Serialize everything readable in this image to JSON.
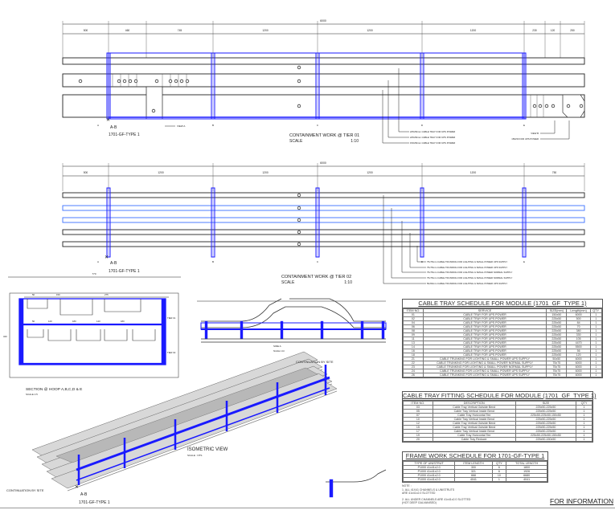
{
  "tier01": {
    "overall_dim": "6000",
    "dims": [
      "500",
      "460",
      "745",
      "1200",
      "1200",
      "1200",
      "230",
      "120",
      "250"
    ],
    "grid": [
      "A",
      "B",
      "C",
      "D",
      "E"
    ],
    "section_mark": "A-B",
    "type_label": "1701-GF-TYPE 1",
    "view_a": "VIEW A",
    "view_b": "VIEW B",
    "title": "CONTAINMENT WORK @ TIER 01",
    "scale_label": "SCALE",
    "scale": "1:10",
    "callouts": [
      "225x50mm CABLE TRAY FOR UPS POWER",
      "225x50mm CABLE TRAY FOR UPS POWER",
      "150x50mm CABLE TRAY FOR UPS POWER"
    ],
    "callout_right": "150x50 FOR UPS POWER"
  },
  "tier02": {
    "overall_dim": "6000",
    "dims": [
      "500",
      "1200",
      "1200",
      "1200",
      "1200",
      "750"
    ],
    "grid": [
      "A",
      "B",
      "C",
      "D",
      "E"
    ],
    "section_mark": "A-B",
    "type_label": "1701-GF-TYPE 1",
    "title": "CONTAINMENT WORK @ TIER 02",
    "scale_label": "SCALE",
    "scale": "1:10",
    "callouts": [
      "75x75mm CABLE TRUNKING FOR LIGHTING & SMALL POWER UPS SUPPLY",
      "75x75mm CABLE TRUNKING FOR LIGHTING & SMALL POWER UPS SUPPLY",
      "75x75mm CABLE TRUNKING FOR LIGHTING & SMALL POWER NORMAL SUPPLY",
      "75x75mm CABLE TRUNKING FOR LIGHTING & SMALL POWER NORMAL SUPPLY",
      "50x50mm CABLE TRUNKING FOR LIGHTING & SMALL POWER UPS SUPPLY"
    ]
  },
  "section": {
    "title": "SECTION @ HOOP A,B,C,D & E",
    "scale": "SCALE 1:5",
    "top_dim": "770",
    "dims_top": [
      "50",
      "150",
      "275"
    ],
    "dims_mid": [
      "50",
      "120",
      "180",
      "140",
      "180"
    ],
    "tier1": "TIER 01",
    "tier2": "TIER 02",
    "height": "340"
  },
  "elevation": {
    "label": "SIDE A",
    "scale": "SCALE 1:10"
  },
  "isometric": {
    "title": "ISOMETRIC VIEW",
    "scale": "SCALE : NTS",
    "continuation_top": "CONTINUATION\nBY SITE",
    "continuation_left": "CONTINUATION\nBY SITE",
    "section_mark": "A-B",
    "type_label": "1701-GF-TYPE 1"
  },
  "cable_tray_schedule": {
    "title": "CABLE TRAY SCHEDULE FOR MODULE (1701_GF_TYPE 1)",
    "headers": [
      "ITEM NO.",
      "SERVICE",
      "SIZE(mm)",
      "Length(mm)",
      "QTY."
    ],
    "rows": [
      [
        "01",
        "CABLE TRAY FOR UPS POWER",
        "150x50",
        "6000",
        "1"
      ],
      [
        "02",
        "CABLE TRAY FOR UPS POWER",
        "225x50",
        "500",
        "1"
      ],
      [
        "04",
        "CABLE TRAY FOR UPS POWER",
        "225x50",
        "84",
        "1"
      ],
      [
        "06",
        "CABLE TRAY FOR UPS POWER",
        "225x50",
        "70",
        "1"
      ],
      [
        "08",
        "CABLE TRAY FOR UPS POWER",
        "225x50",
        "380",
        "1"
      ],
      [
        "09",
        "CABLE TRAY FOR UPS POWER",
        "225x50",
        "330",
        "1"
      ],
      [
        "11",
        "CABLE TRAY FOR UPS POWER",
        "225x50",
        "105",
        "1"
      ],
      [
        "13",
        "CABLE TRAY FOR UPS POWER",
        "225x50",
        "4470",
        "1"
      ],
      [
        "14",
        "CABLE TRAY FOR UPS POWER",
        "225x50",
        "5500",
        "1"
      ],
      [
        "16",
        "CABLE TRAY FOR UPS POWER",
        "225x50",
        "56",
        "1"
      ],
      [
        "18",
        "CABLE TRAY FOR UPS POWER",
        "225x50",
        "120",
        "1"
      ],
      [
        "21",
        "CABLE TRUNKING FOR LIGHTING & SMALL POWER UPS SUPPLY",
        "50x50",
        "6000",
        "1"
      ],
      [
        "22",
        "CABLE TRUNKING FOR LIGHTING & SMALL POWER NORMAL SUPPLY",
        "75x75",
        "6000",
        "1"
      ],
      [
        "23",
        "CABLE TRUNKING FOR LIGHTING & SMALL POWER NORMAL SUPPLY",
        "75x75",
        "6000",
        "1"
      ],
      [
        "24",
        "CABLE TRUNKING FOR LIGHTING & SMALL POWER UPS SUPPLY",
        "75x75",
        "6000",
        "1"
      ],
      [
        "26",
        "CABLE TRUNKING FOR LIGHTING & SMALL POWER UPS SUPPLY",
        "75x75",
        "6000",
        "1"
      ]
    ]
  },
  "fitting_schedule": {
    "title": "CABLE TRAY FITTING SCHEDULE FOR MODULE  (1701_GF_TYPE 1)",
    "headers": [
      "ITEM NO.",
      "DESCRIPTION",
      "SIZE",
      "QTY"
    ],
    "rows": [
      [
        "03",
        "Cable Tray Vertical Outside Bend",
        "225x50-225x50",
        "1"
      ],
      [
        "05",
        "Cable Tray Vertical Inside Bend",
        "225x50-225x50",
        "1"
      ],
      [
        "07",
        "Cable Tray Horizontal Tee",
        "225x50-225x50-150x50",
        "1"
      ],
      [
        "10",
        "Cable Tray Vertical Inside Bend",
        "225x50-225x50",
        "1"
      ],
      [
        "12",
        "Cable Tray Vertical Outside Bend",
        "225x50-225x50",
        "1"
      ],
      [
        "15",
        "Cable Tray Vertical Outside Bend",
        "225x50-225x50",
        "1"
      ],
      [
        "17",
        "Cable Tray Vertical Inside Bend",
        "225x50-225x50",
        "1"
      ],
      [
        "19",
        "Cable Tray Horizontal Tee",
        "225x50-225x50-150x50",
        "1"
      ],
      [
        "20",
        "Cable Tray Reducer",
        "225x50-150x50",
        "1"
      ]
    ]
  },
  "frame_schedule": {
    "title": "FRAME WORK SCHEDULE FOR 1701-GF-TYPE 1",
    "headers": [
      "TYPE OF UNISTRUT",
      "ITEM LENGTH",
      "QTY",
      "TOTAL LENGTH"
    ],
    "rows": [
      [
        "P1000 41x41x2.0",
        "300",
        "6",
        "1800"
      ],
      [
        "P1000 41x41x2.0",
        "321",
        "6",
        "1926"
      ],
      [
        "P1000 41x41x2.0",
        "668",
        "10",
        "6680"
      ],
      [
        "P1000 41x41x2.0",
        "4041",
        "1",
        "4041"
      ]
    ]
  },
  "notes": [
    "NOTE :",
    "1. ALL 41X41 CHANNELS & UNISTRUTS",
    "ARE 41x41x2.0 SLOTTED",
    "2. ALL UNDER CHANNELS ARE 41x41x2.0 SLOTTED",
    "(HOT DEEP GALVANISED)"
  ],
  "stamp": "FOR INFORMATION",
  "colors": {
    "frame": "#1a1aff",
    "line": "#222222",
    "tray_fill": "#d8d8d8",
    "mark": "#e02020"
  }
}
